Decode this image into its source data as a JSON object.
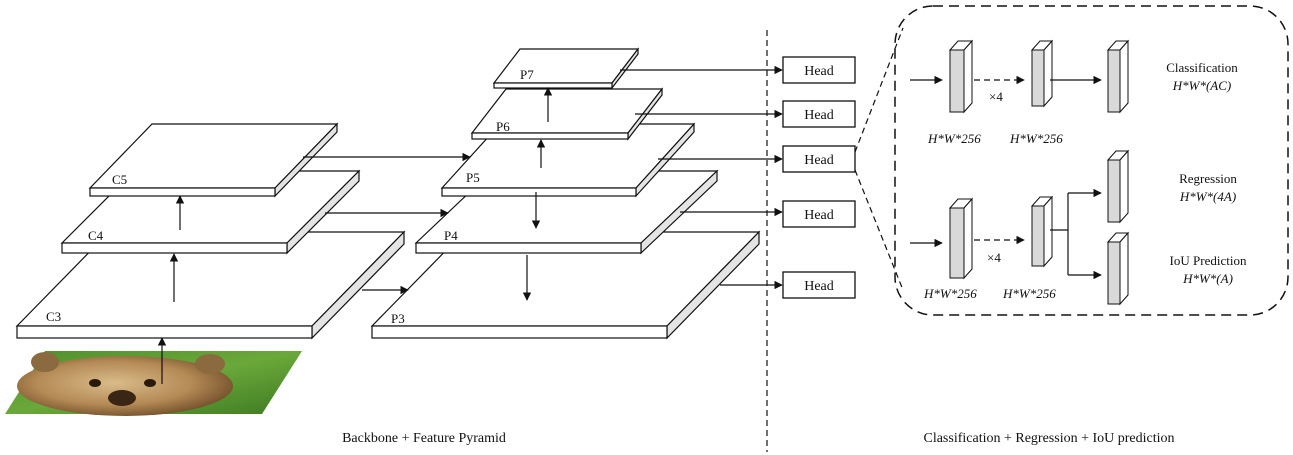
{
  "backbone_levels": [
    {
      "id": "c3",
      "label": "C3"
    },
    {
      "id": "c4",
      "label": "C4"
    },
    {
      "id": "c5",
      "label": "C5"
    }
  ],
  "pyramid_levels": [
    {
      "id": "p3",
      "label": "P3"
    },
    {
      "id": "p4",
      "label": "P4"
    },
    {
      "id": "p5",
      "label": "P5"
    },
    {
      "id": "p6",
      "label": "P6"
    },
    {
      "id": "p7",
      "label": "P7"
    }
  ],
  "heads": [
    "Head",
    "Head",
    "Head",
    "Head",
    "Head"
  ],
  "detail": {
    "classification_title": "Classification",
    "classification_dims": "H*W*(AC)",
    "regression_title": "Regression",
    "regression_dims": "H*W*(4A)",
    "iou_title": "IoU Prediction",
    "iou_dims": "H*W*(A)",
    "repeat_top": "×4",
    "repeat_bottom": "×4",
    "feat_dims": [
      "H*W*256",
      "H*W*256",
      "H*W*256",
      "H*W*256"
    ]
  },
  "captions": {
    "left": "Backbone + Feature Pyramid",
    "right": "Classification + Regression + IoU prediction"
  },
  "input_image": {
    "icon": "bear-photo"
  }
}
